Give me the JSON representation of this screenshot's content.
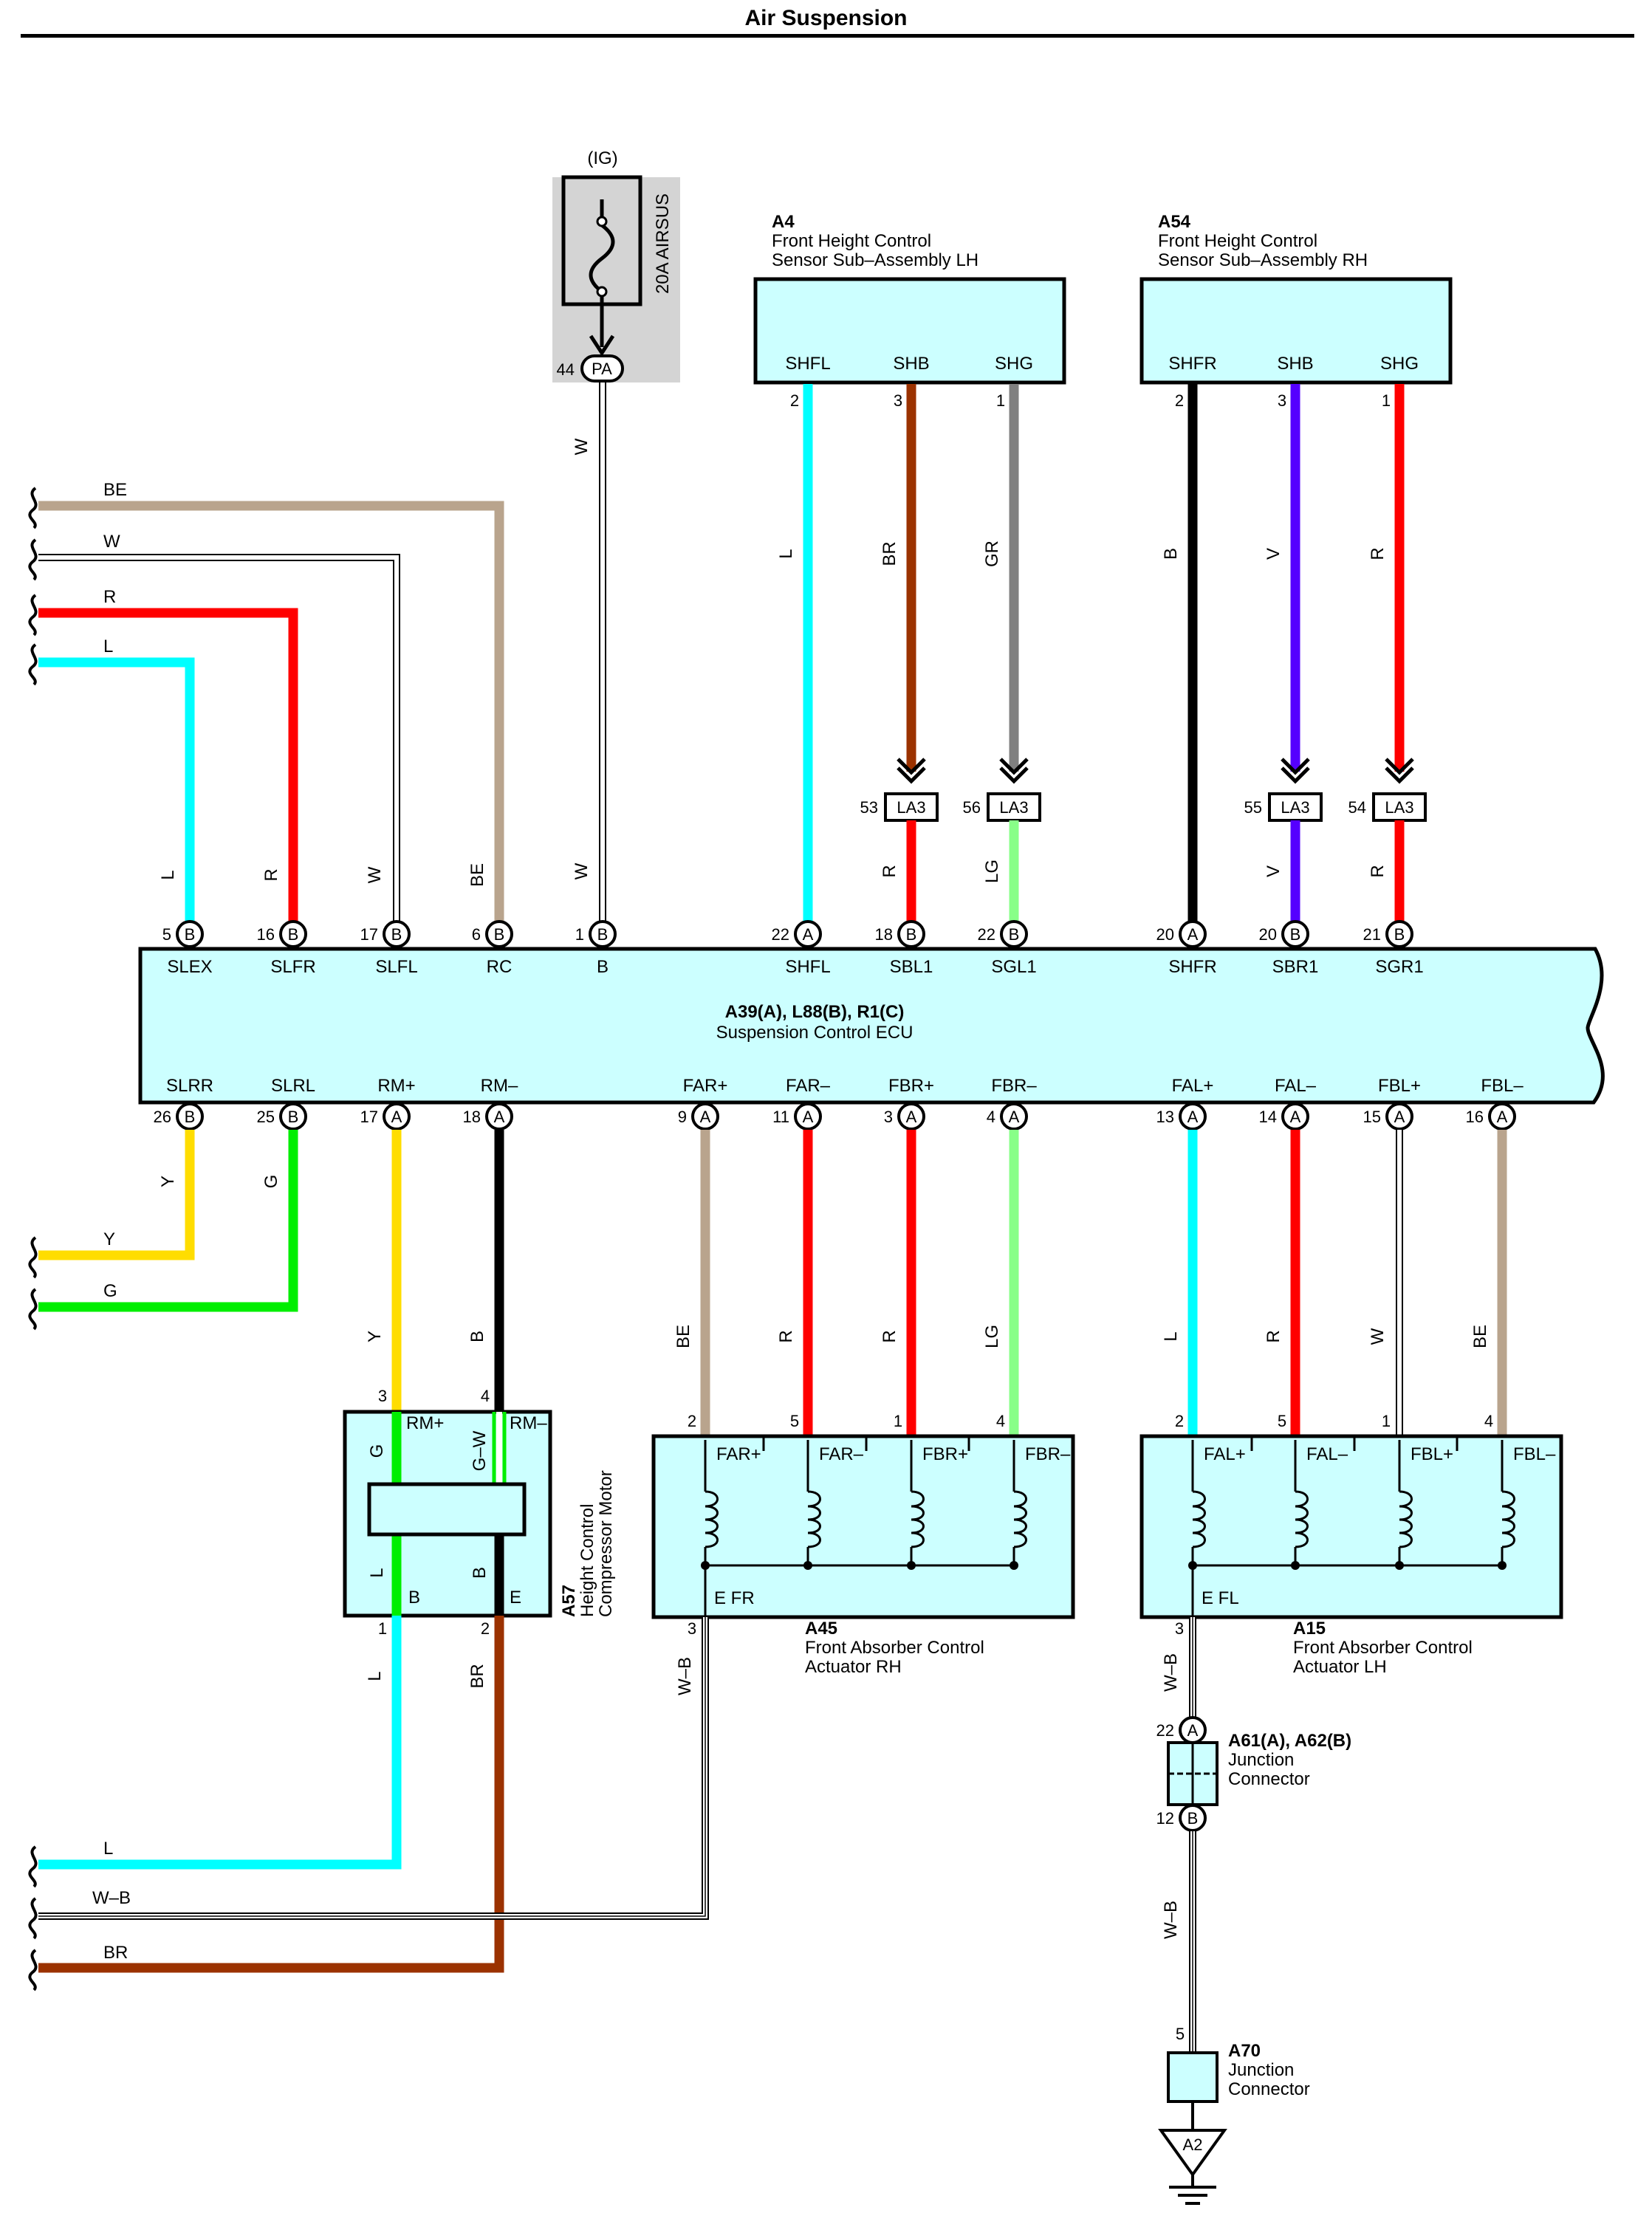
{
  "title": "Air Suspension",
  "colors": {
    "box_fill": "#ccffff",
    "fuse_fill": "#d4d4d4",
    "BE": "#b9a48d",
    "W": "#ffffff",
    "R": "#ff0000",
    "L": "#00ffff",
    "Y": "#ffdd00",
    "G": "#00ee00",
    "B": "#000000",
    "BR": "#9b3200",
    "GR": "#808080",
    "V": "#5500ff",
    "LG": "#88ff88"
  },
  "fuse": {
    "supply": "(IG)",
    "name": "20A AIRSUS",
    "pin": "44",
    "connector": "PA"
  },
  "ecu": {
    "codes": "A39(A), L88(B), R1(C)",
    "name": "Suspension Control ECU",
    "top_pins": [
      {
        "sig": "SLEX",
        "num": "5",
        "conn": "B",
        "wire": "L"
      },
      {
        "sig": "SLFR",
        "num": "16",
        "conn": "B",
        "wire": "R"
      },
      {
        "sig": "SLFL",
        "num": "17",
        "conn": "B",
        "wire": "W"
      },
      {
        "sig": "RC",
        "num": "6",
        "conn": "B",
        "wire": "BE"
      },
      {
        "sig": "B",
        "num": "1",
        "conn": "B",
        "wire": "W"
      },
      {
        "sig": "SHFL",
        "num": "22",
        "conn": "A",
        "wire": "L"
      },
      {
        "sig": "SBL1",
        "num": "18",
        "conn": "B",
        "wire": "R"
      },
      {
        "sig": "SGL1",
        "num": "22",
        "conn": "B",
        "wire": "LG"
      },
      {
        "sig": "SHFR",
        "num": "20",
        "conn": "A",
        "wire": "B"
      },
      {
        "sig": "SBR1",
        "num": "20",
        "conn": "B",
        "wire": "V"
      },
      {
        "sig": "SGR1",
        "num": "21",
        "conn": "B",
        "wire": "R"
      }
    ],
    "bottom_pins": [
      {
        "sig": "SLRR",
        "num": "26",
        "conn": "B",
        "wire": "Y"
      },
      {
        "sig": "SLRL",
        "num": "25",
        "conn": "B",
        "wire": "G"
      },
      {
        "sig": "RM+",
        "num": "17",
        "conn": "A",
        "wire": "Y"
      },
      {
        "sig": "RM–",
        "num": "18",
        "conn": "A",
        "wire": "B"
      },
      {
        "sig": "FAR+",
        "num": "9",
        "conn": "A",
        "wire": "BE"
      },
      {
        "sig": "FAR–",
        "num": "11",
        "conn": "A",
        "wire": "R"
      },
      {
        "sig": "FBR+",
        "num": "3",
        "conn": "A",
        "wire": "R"
      },
      {
        "sig": "FBR–",
        "num": "4",
        "conn": "A",
        "wire": "LG"
      },
      {
        "sig": "FAL+",
        "num": "13",
        "conn": "A",
        "wire": "L"
      },
      {
        "sig": "FAL–",
        "num": "14",
        "conn": "A",
        "wire": "R"
      },
      {
        "sig": "FBL+",
        "num": "15",
        "conn": "A",
        "wire": "W"
      },
      {
        "sig": "FBL–",
        "num": "16",
        "conn": "A",
        "wire": "BE"
      }
    ]
  },
  "sensor_lh": {
    "code": "A4",
    "name1": "Front Height Control",
    "name2": "Sensor Sub–Assembly LH",
    "pins": [
      {
        "sig": "SHFL",
        "num": "2",
        "wire": "L"
      },
      {
        "sig": "SHB",
        "num": "3",
        "wire": "BR"
      },
      {
        "sig": "SHG",
        "num": "1",
        "wire": "GR"
      }
    ]
  },
  "sensor_rh": {
    "code": "A54",
    "name1": "Front Height Control",
    "name2": "Sensor Sub–Assembly RH",
    "pins": [
      {
        "sig": "SHFR",
        "num": "2",
        "wire": "B"
      },
      {
        "sig": "SHB",
        "num": "3",
        "wire": "V"
      },
      {
        "sig": "SHG",
        "num": "1",
        "wire": "R"
      }
    ]
  },
  "la3": [
    {
      "pin": "53",
      "name": "LA3"
    },
    {
      "pin": "56",
      "name": "LA3"
    },
    {
      "pin": "55",
      "name": "LA3"
    },
    {
      "pin": "54",
      "name": "LA3"
    }
  ],
  "left_wires_top": [
    "BE",
    "W",
    "R",
    "L"
  ],
  "left_wires_mid": [
    "Y",
    "G"
  ],
  "left_wires_bottom": [
    "L",
    "W–B",
    "BR"
  ],
  "motor": {
    "code": "A57",
    "name1": "Height Control",
    "name2": "Compressor Motor",
    "pin3": "3",
    "pin4": "4",
    "pin1": "1",
    "pin2": "2",
    "rmp": "RM+",
    "rmm": "RM–",
    "g": "G",
    "gw": "G–W",
    "l": "L",
    "b": "B",
    "term_b": "B",
    "term_e": "E",
    "wire_in_y": "Y",
    "wire_in_b": "B",
    "wire_out_l": "L",
    "wire_out_br": "BR"
  },
  "act_rh": {
    "code": "A45",
    "name1": "Front Absorber Control",
    "name2": "Actuator RH",
    "ground": "E FR",
    "ground_pin": "3",
    "ground_wire": "W–B",
    "pins": [
      {
        "sig": "FAR+",
        "num": "2",
        "wire": "BE"
      },
      {
        "sig": "FAR–",
        "num": "5",
        "wire": "R"
      },
      {
        "sig": "FBR+",
        "num": "1",
        "wire": "R"
      },
      {
        "sig": "FBR–",
        "num": "4",
        "wire": "LG"
      }
    ]
  },
  "act_lh": {
    "code": "A15",
    "name1": "Front Absorber Control",
    "name2": "Actuator LH",
    "ground": "E FL",
    "ground_pin": "3",
    "ground_wire": "W–B",
    "pins": [
      {
        "sig": "FAL+",
        "num": "2",
        "wire": "L"
      },
      {
        "sig": "FAL–",
        "num": "5",
        "wire": "R"
      },
      {
        "sig": "FBL+",
        "num": "1",
        "wire": "W"
      },
      {
        "sig": "FBL–",
        "num": "4",
        "wire": "BE"
      }
    ]
  },
  "junction1": {
    "code": "A61(A), A62(B)",
    "name1": "Junction",
    "name2": "Connector",
    "pin_a": "22",
    "conn_a": "A",
    "pin_b": "12",
    "conn_b": "B",
    "wire": "W–B"
  },
  "junction2": {
    "code": "A70",
    "name1": "Junction",
    "name2": "Connector",
    "pin": "5"
  },
  "ground": {
    "name": "A2"
  }
}
